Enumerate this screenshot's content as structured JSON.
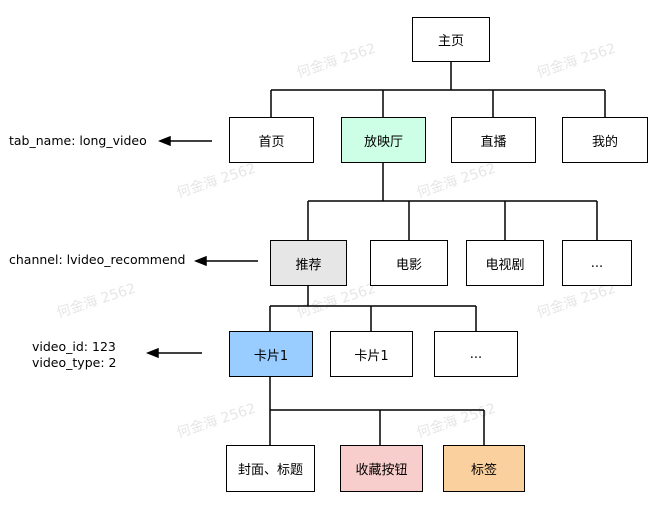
{
  "watermark": "何金海 2562",
  "nodes": {
    "root": "主页",
    "tab_home": "首页",
    "tab_hall": "放映厅",
    "tab_live": "直播",
    "tab_mine": "我的",
    "ch_recommend": "推荐",
    "ch_movie": "电影",
    "ch_tv": "电视剧",
    "ch_more": "...",
    "card1": "卡片1",
    "card2": "卡片1",
    "card_more": "...",
    "cover_title": "封面、标题",
    "fav_button": "收藏按钮",
    "tag": "标签"
  },
  "annotations": {
    "tab": "tab_name: long_video",
    "channel": "channel: lvideo_recommend",
    "video_id": "video_id: 123",
    "video_type": "video_type: 2"
  },
  "colors": {
    "tab_hall_fill": "#ccffe6",
    "recommend_fill": "#e6e6e6",
    "card1_fill": "#99ccff",
    "fav_fill": "#f8cecc",
    "tag_fill": "#fad19e"
  }
}
